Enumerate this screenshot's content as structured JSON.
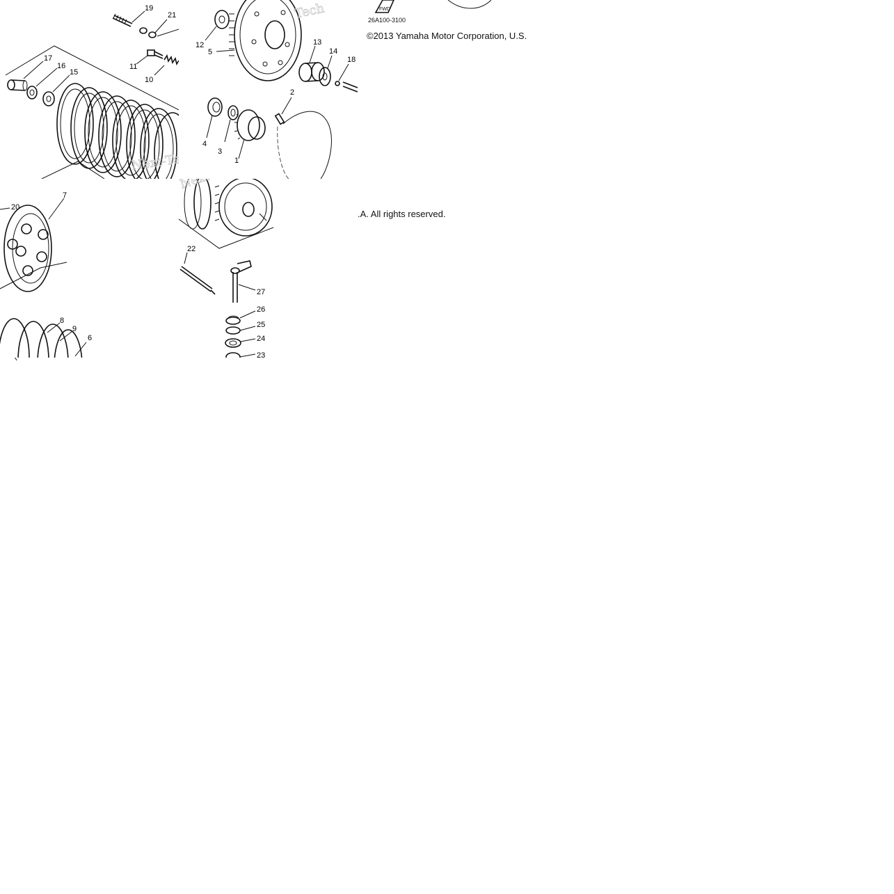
{
  "callouts": {
    "c1": "1",
    "c2": "2",
    "c3": "3",
    "c4": "4",
    "c5": "5",
    "c6": "6",
    "c7": "7",
    "c8": "8",
    "c9": "9",
    "c10": "10",
    "c11": "11",
    "c12": "12",
    "c13": "13",
    "c14": "14",
    "c15": "15",
    "c16": "16",
    "c17": "17",
    "c18": "18",
    "c19": "19",
    "c20": "20",
    "c21": "21",
    "c22": "22",
    "c23": "23",
    "c24": "24",
    "c25": "25",
    "c26": "26",
    "c27": "27"
  },
  "diagram_code": "26A100-3100",
  "fwd_label": "FWD",
  "watermark_1": "NextTech",
  "watermark_2": "Next-Tec",
  "watermark_3": "Tech",
  "copyright_top": "©2013 Yamaha Motor Corporation, U.S.",
  "copyright_bottom": ".A. All rights reserved."
}
